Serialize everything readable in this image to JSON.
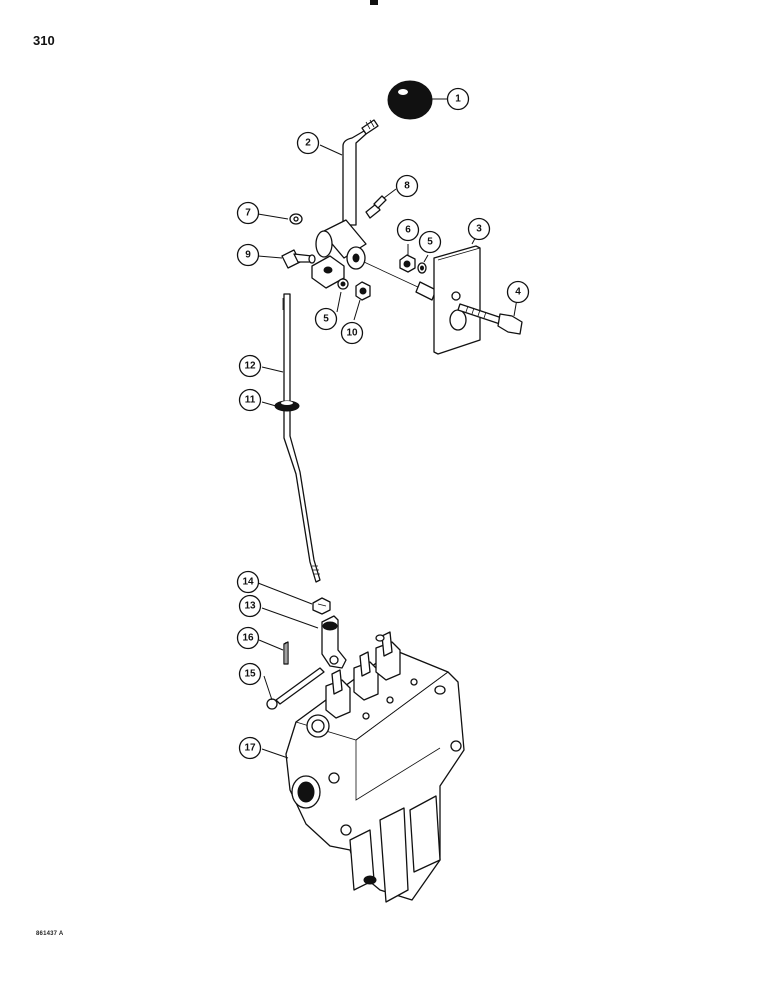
{
  "page": {
    "number": "310",
    "figure_code": "861437 A"
  },
  "callouts": [
    {
      "id": "callout-1",
      "label": "1"
    },
    {
      "id": "callout-2",
      "label": "2"
    },
    {
      "id": "callout-3",
      "label": "3"
    },
    {
      "id": "callout-4",
      "label": "4"
    },
    {
      "id": "callout-5a",
      "label": "5"
    },
    {
      "id": "callout-5b",
      "label": "5"
    },
    {
      "id": "callout-6",
      "label": "6"
    },
    {
      "id": "callout-7",
      "label": "7"
    },
    {
      "id": "callout-8",
      "label": "8"
    },
    {
      "id": "callout-9",
      "label": "9"
    },
    {
      "id": "callout-10",
      "label": "10"
    },
    {
      "id": "callout-11",
      "label": "11"
    },
    {
      "id": "callout-12",
      "label": "12"
    },
    {
      "id": "callout-13",
      "label": "13"
    },
    {
      "id": "callout-14",
      "label": "14"
    },
    {
      "id": "callout-15",
      "label": "15"
    },
    {
      "id": "callout-16",
      "label": "16"
    },
    {
      "id": "callout-17",
      "label": "17"
    }
  ]
}
